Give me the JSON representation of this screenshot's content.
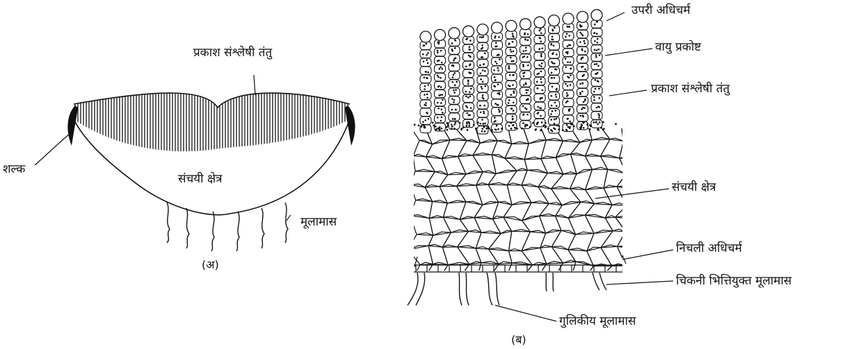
{
  "figure_a": {
    "caption": "(अ)",
    "labels": {
      "photosynthetic_tissue": "प्रकाश संश्लेषी तंतु",
      "scale": "शल्क",
      "storage_region": "संचयी क्षेत्र",
      "rhizoids": "मूलामास"
    }
  },
  "figure_b": {
    "caption": "(ब)",
    "labels": {
      "upper_epidermis": "उपरी अधिचर्म",
      "air_chamber": "वायु प्रकोष्ट",
      "photosynthetic_tissue": "प्रकाश संश्लेषी तंतु",
      "storage_region": "संचयी क्षेत्र",
      "lower_epidermis": "निचली अधिचर्म",
      "smooth_rhizoids": "चिकनी भित्तियुक्त मूलामास",
      "tuberculate_rhizoids": "गुलिकीय मूलामास"
    }
  }
}
